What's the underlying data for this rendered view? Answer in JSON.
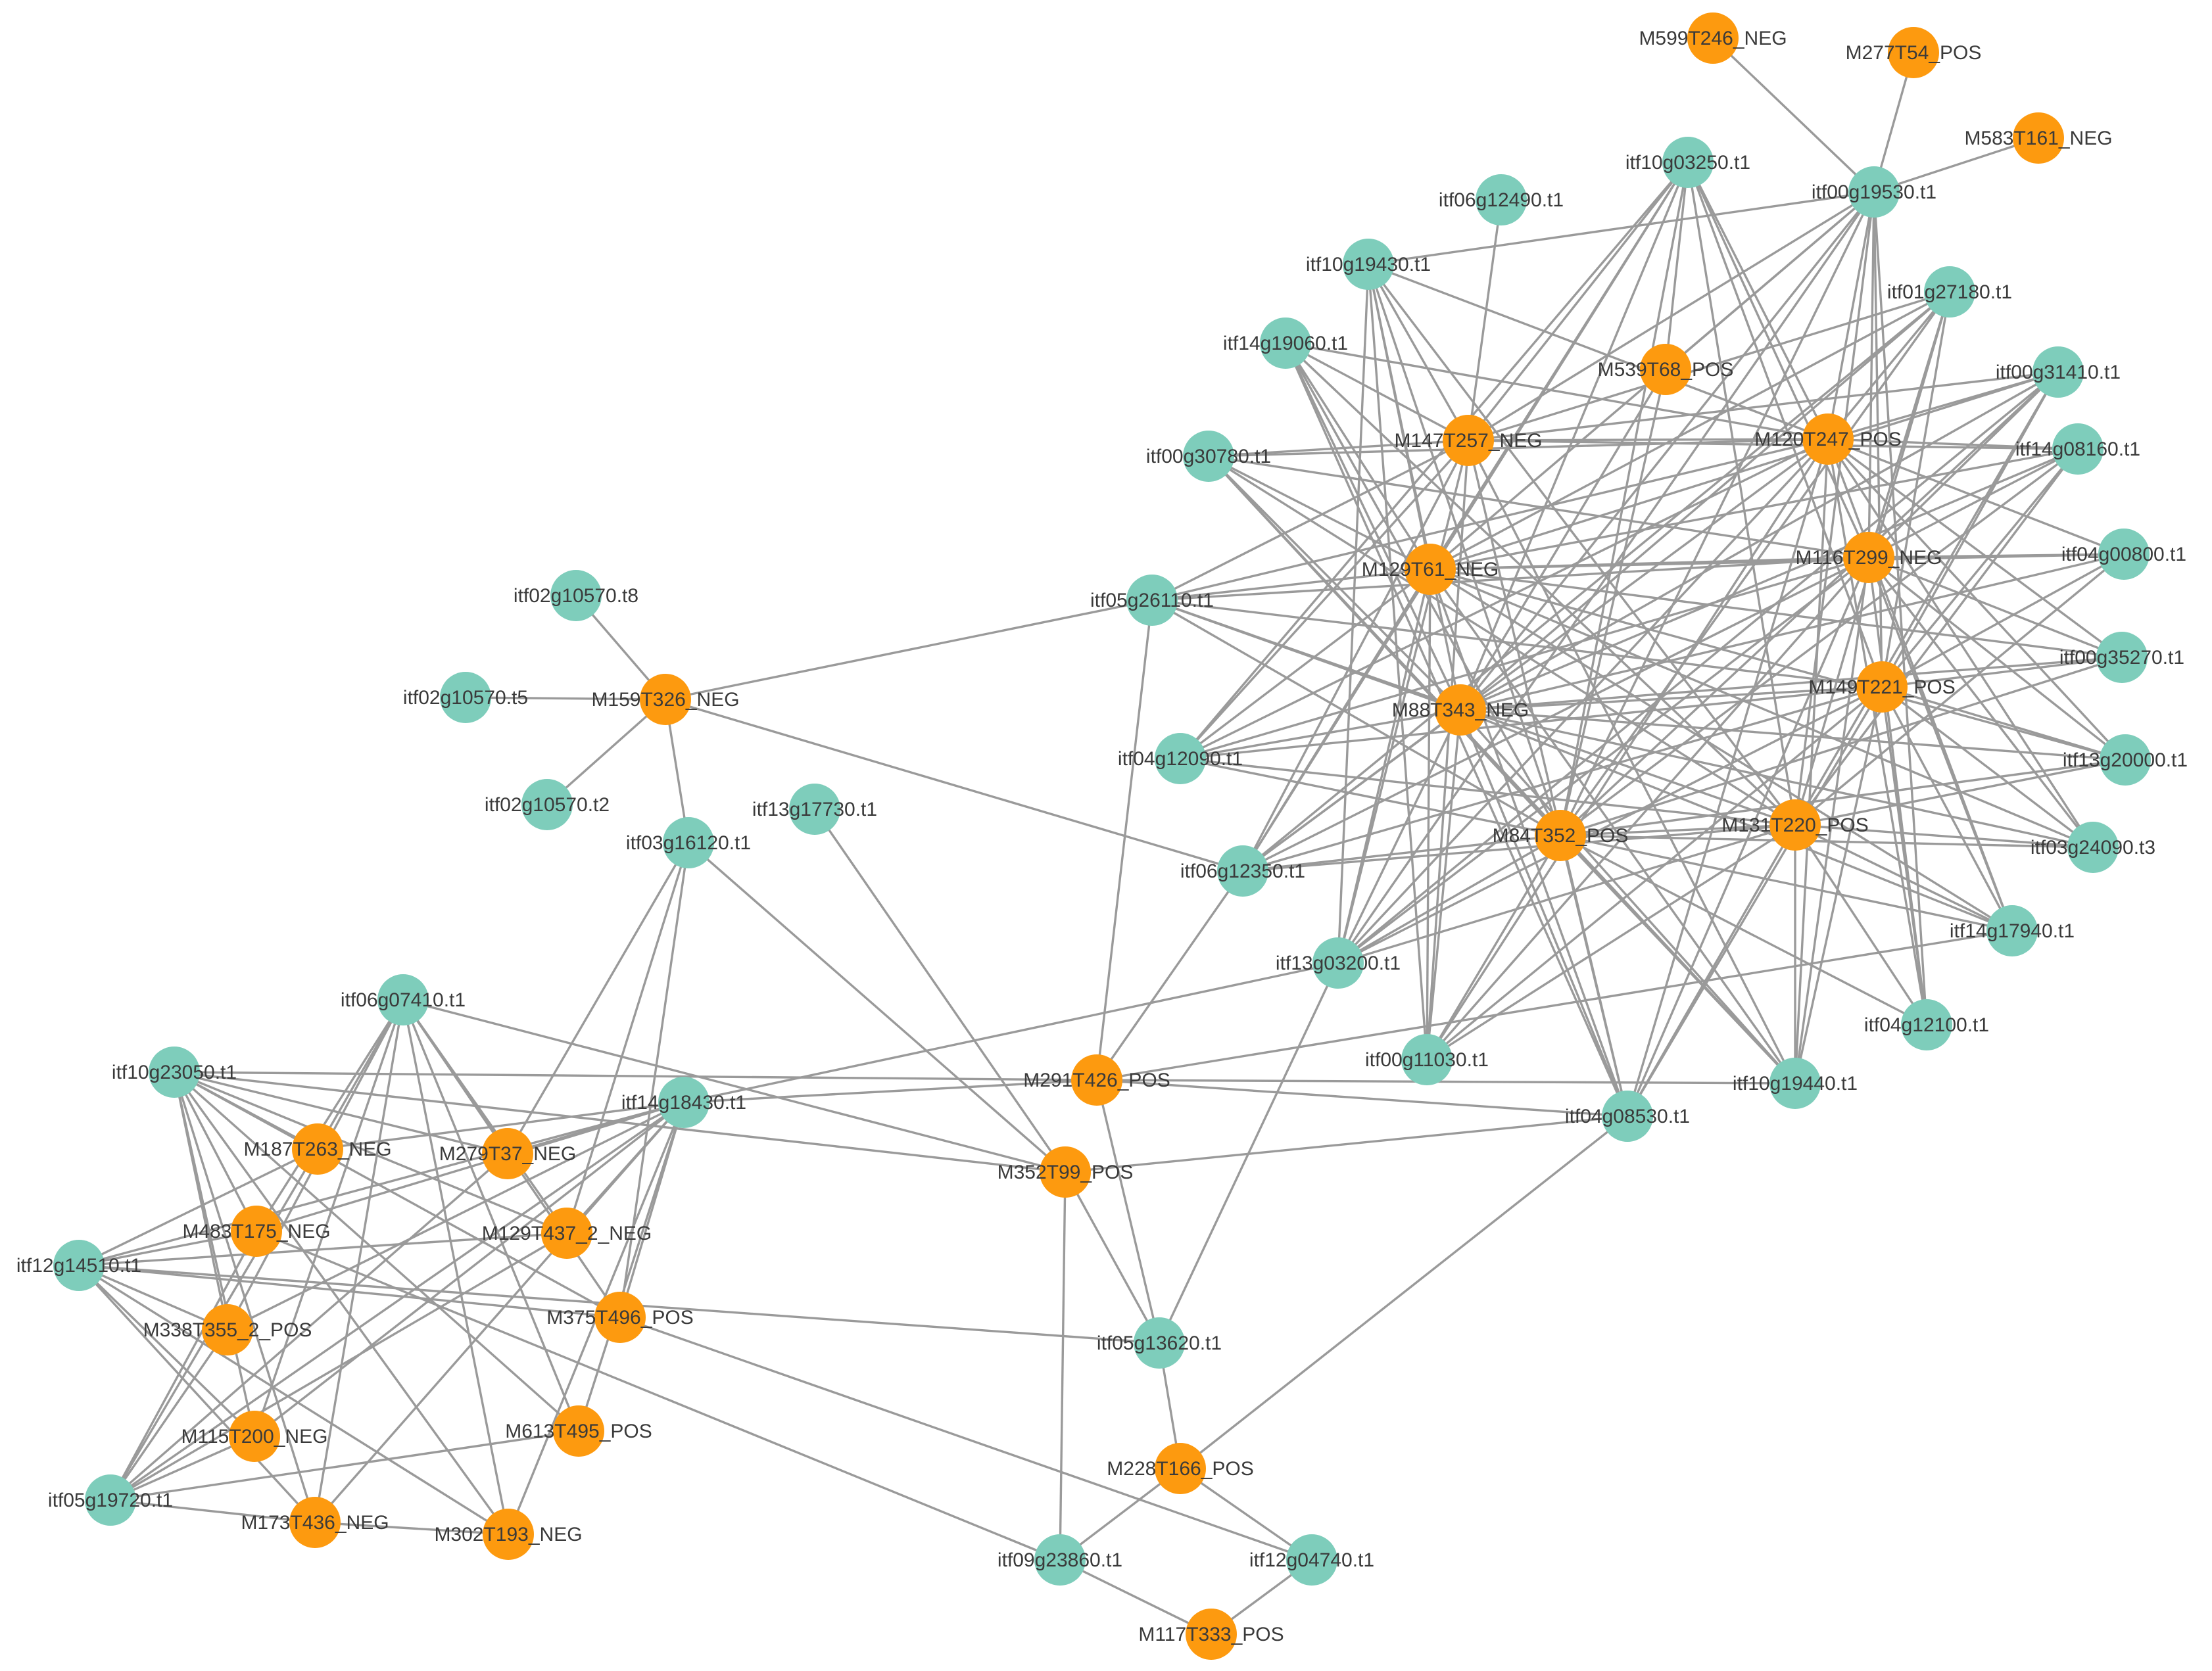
{
  "colors": {
    "gene": "#7ecdbb",
    "metabolite": "#fd9a0f",
    "edge": "#9a9a9a",
    "label": "#3a3a3a"
  },
  "nodes": [
    {
      "id": "M599T246_NEG",
      "type": "metabolite"
    },
    {
      "id": "M277T54_POS",
      "type": "metabolite"
    },
    {
      "id": "M583T161_NEG",
      "type": "metabolite"
    },
    {
      "id": "itf10g03250.t1",
      "type": "gene"
    },
    {
      "id": "itf00g19530.t1",
      "type": "gene"
    },
    {
      "id": "itf06g12490.t1",
      "type": "gene"
    },
    {
      "id": "itf10g19430.t1",
      "type": "gene"
    },
    {
      "id": "itf01g27180.t1",
      "type": "gene"
    },
    {
      "id": "itf14g19060.t1",
      "type": "gene"
    },
    {
      "id": "M539T68_POS",
      "type": "metabolite"
    },
    {
      "id": "itf00g31410.t1",
      "type": "gene"
    },
    {
      "id": "M147T257_NEG",
      "type": "metabolite"
    },
    {
      "id": "M120T247_POS",
      "type": "metabolite"
    },
    {
      "id": "itf00g30780.t1",
      "type": "gene"
    },
    {
      "id": "itf14g08160.t1",
      "type": "gene"
    },
    {
      "id": "M116T299_NEG",
      "type": "metabolite"
    },
    {
      "id": "itf04g00800.t1",
      "type": "gene"
    },
    {
      "id": "M129T61_NEG",
      "type": "metabolite"
    },
    {
      "id": "itf02g10570.t8",
      "type": "gene"
    },
    {
      "id": "itf05g26110.t1",
      "type": "gene"
    },
    {
      "id": "itf00g35270.t1",
      "type": "gene"
    },
    {
      "id": "M149T221_POS",
      "type": "metabolite"
    },
    {
      "id": "itf02g10570.t5",
      "type": "gene"
    },
    {
      "id": "M159T326_NEG",
      "type": "metabolite"
    },
    {
      "id": "M88T343_NEG",
      "type": "metabolite"
    },
    {
      "id": "itf04g12090.t1",
      "type": "gene"
    },
    {
      "id": "itf13g20000.t1",
      "type": "gene"
    },
    {
      "id": "itf02g10570.t2",
      "type": "gene"
    },
    {
      "id": "itf13g17730.t1",
      "type": "gene"
    },
    {
      "id": "itf03g16120.t1",
      "type": "gene"
    },
    {
      "id": "M131T220_POS",
      "type": "metabolite"
    },
    {
      "id": "M84T352_POS",
      "type": "metabolite"
    },
    {
      "id": "itf03g24090.t3",
      "type": "gene"
    },
    {
      "id": "itf06g12350.t1",
      "type": "gene"
    },
    {
      "id": "itf14g17940.t1",
      "type": "gene"
    },
    {
      "id": "itf13g03200.t1",
      "type": "gene"
    },
    {
      "id": "itf06g07410.t1",
      "type": "gene"
    },
    {
      "id": "itf04g12100.t1",
      "type": "gene"
    },
    {
      "id": "itf10g23050.t1",
      "type": "gene"
    },
    {
      "id": "itf00g11030.t1",
      "type": "gene"
    },
    {
      "id": "M291T426_POS",
      "type": "metabolite"
    },
    {
      "id": "itf10g19440.t1",
      "type": "gene"
    },
    {
      "id": "itf14g18430.t1",
      "type": "gene"
    },
    {
      "id": "itf04g08530.t1",
      "type": "gene"
    },
    {
      "id": "M187T263_NEG",
      "type": "metabolite"
    },
    {
      "id": "M279T37_NEG",
      "type": "metabolite"
    },
    {
      "id": "M352T99_POS",
      "type": "metabolite"
    },
    {
      "id": "M483T175_NEG",
      "type": "metabolite"
    },
    {
      "id": "M129T437_2_NEG",
      "type": "metabolite"
    },
    {
      "id": "itf12g14510.t1",
      "type": "gene"
    },
    {
      "id": "M375T496_POS",
      "type": "metabolite"
    },
    {
      "id": "M338T355_2_POS",
      "type": "metabolite"
    },
    {
      "id": "itf05g13620.t1",
      "type": "gene"
    },
    {
      "id": "M613T495_POS",
      "type": "metabolite"
    },
    {
      "id": "M115T200_NEG",
      "type": "metabolite"
    },
    {
      "id": "M228T166_POS",
      "type": "metabolite"
    },
    {
      "id": "itf05g19720.t1",
      "type": "gene"
    },
    {
      "id": "M173T436_NEG",
      "type": "metabolite"
    },
    {
      "id": "M302T193_NEG",
      "type": "metabolite"
    },
    {
      "id": "itf09g23860.t1",
      "type": "gene"
    },
    {
      "id": "itf12g04740.t1",
      "type": "gene"
    },
    {
      "id": "M117T333_POS",
      "type": "metabolite"
    }
  ],
  "edges": [
    [
      "M599T246_NEG",
      "itf00g19530.t1"
    ],
    [
      "M277T54_POS",
      "itf00g19530.t1"
    ],
    [
      "M583T161_NEG",
      "itf00g19530.t1"
    ],
    [
      "itf00g19530.t1",
      "M120T247_POS"
    ],
    [
      "itf00g19530.t1",
      "M147T257_NEG"
    ],
    [
      "itf00g19530.t1",
      "M116T299_NEG"
    ],
    [
      "itf00g19530.t1",
      "M149T221_POS"
    ],
    [
      "itf00g19530.t1",
      "M131T220_POS"
    ],
    [
      "itf00g19530.t1",
      "M84T352_POS"
    ],
    [
      "itf00g19530.t1",
      "M88T343_NEG"
    ],
    [
      "itf00g19530.t1",
      "M129T61_NEG"
    ],
    [
      "itf00g19530.t1",
      "M539T68_POS"
    ],
    [
      "itf00g19530.t1",
      "itf10g19430.t1"
    ],
    [
      "itf00g19530.t1",
      "itf13g03200.t1"
    ],
    [
      "itf00g19530.t1",
      "itf04g12100.t1"
    ],
    [
      "itf10g03250.t1",
      "M147T257_NEG"
    ],
    [
      "itf10g03250.t1",
      "M120T247_POS"
    ],
    [
      "itf10g03250.t1",
      "M116T299_NEG"
    ],
    [
      "itf10g03250.t1",
      "M129T61_NEG"
    ],
    [
      "itf10g03250.t1",
      "M88T343_NEG"
    ],
    [
      "itf10g03250.t1",
      "M149T221_POS"
    ],
    [
      "itf10g03250.t1",
      "M131T220_POS"
    ],
    [
      "itf10g03250.t1",
      "M84T352_POS"
    ],
    [
      "itf10g03250.t1",
      "M539T68_POS"
    ],
    [
      "itf10g03250.t1",
      "itf06g12350.t1"
    ],
    [
      "itf10g03250.t1",
      "itf04g12090.t1"
    ],
    [
      "itf06g12490.t1",
      "M147T257_NEG"
    ],
    [
      "itf10g19430.t1",
      "M147T257_NEG"
    ],
    [
      "itf10g19430.t1",
      "M129T61_NEG"
    ],
    [
      "itf10g19430.t1",
      "M88T343_NEG"
    ],
    [
      "itf10g19430.t1",
      "M84T352_POS"
    ],
    [
      "itf10g19430.t1",
      "M120T247_POS"
    ],
    [
      "itf10g19430.t1",
      "M131T220_POS"
    ],
    [
      "itf10g19430.t1",
      "itf00g11030.t1"
    ],
    [
      "itf10g19430.t1",
      "itf13g03200.t1"
    ],
    [
      "itf01g27180.t1",
      "M120T247_POS"
    ],
    [
      "itf01g27180.t1",
      "M116T299_NEG"
    ],
    [
      "itf01g27180.t1",
      "M149T221_POS"
    ],
    [
      "itf01g27180.t1",
      "M131T220_POS"
    ],
    [
      "itf01g27180.t1",
      "M84T352_POS"
    ],
    [
      "itf01g27180.t1",
      "M88T343_NEG"
    ],
    [
      "itf01g27180.t1",
      "M147T257_NEG"
    ],
    [
      "itf01g27180.t1",
      "M129T61_NEG"
    ],
    [
      "itf01g27180.t1",
      "itf06g12350.t1"
    ],
    [
      "itf14g19060.t1",
      "M147T257_NEG"
    ],
    [
      "itf14g19060.t1",
      "M129T61_NEG"
    ],
    [
      "itf14g19060.t1",
      "M88T343_NEG"
    ],
    [
      "itf14g19060.t1",
      "M84T352_POS"
    ],
    [
      "itf14g19060.t1",
      "M120T247_POS"
    ],
    [
      "itf14g19060.t1",
      "M131T220_POS"
    ],
    [
      "itf14g19060.t1",
      "itf04g08530.t1"
    ],
    [
      "itf00g31410.t1",
      "M120T247_POS"
    ],
    [
      "itf00g31410.t1",
      "M116T299_NEG"
    ],
    [
      "itf00g31410.t1",
      "M149T221_POS"
    ],
    [
      "itf00g31410.t1",
      "M131T220_POS"
    ],
    [
      "itf00g31410.t1",
      "M84T352_POS"
    ],
    [
      "itf00g31410.t1",
      "M88T343_NEG"
    ],
    [
      "itf00g31410.t1",
      "M129T61_NEG"
    ],
    [
      "itf00g31410.t1",
      "M147T257_NEG"
    ],
    [
      "itf00g31410.t1",
      "itf13g03200.t1"
    ],
    [
      "itf00g30780.t1",
      "M147T257_NEG"
    ],
    [
      "itf00g30780.t1",
      "M129T61_NEG"
    ],
    [
      "itf00g30780.t1",
      "M88T343_NEG"
    ],
    [
      "itf00g30780.t1",
      "M84T352_POS"
    ],
    [
      "itf00g30780.t1",
      "M120T247_POS"
    ],
    [
      "itf00g30780.t1",
      "M116T299_NEG"
    ],
    [
      "itf00g30780.t1",
      "M131T220_POS"
    ],
    [
      "itf00g30780.t1",
      "itf10g19440.t1"
    ],
    [
      "itf14g08160.t1",
      "M120T247_POS"
    ],
    [
      "itf14g08160.t1",
      "M116T299_NEG"
    ],
    [
      "itf14g08160.t1",
      "M149T221_POS"
    ],
    [
      "itf14g08160.t1",
      "M131T220_POS"
    ],
    [
      "itf14g08160.t1",
      "M84T352_POS"
    ],
    [
      "itf14g08160.t1",
      "M88T343_NEG"
    ],
    [
      "itf14g08160.t1",
      "M147T257_NEG"
    ],
    [
      "itf14g08160.t1",
      "M129T61_NEG"
    ],
    [
      "itf04g00800.t1",
      "M116T299_NEG"
    ],
    [
      "itf04g00800.t1",
      "M120T247_POS"
    ],
    [
      "itf04g00800.t1",
      "M149T221_POS"
    ],
    [
      "itf04g00800.t1",
      "M131T220_POS"
    ],
    [
      "itf04g00800.t1",
      "M88T343_NEG"
    ],
    [
      "itf04g00800.t1",
      "M129T61_NEG"
    ],
    [
      "itf00g35270.t1",
      "M116T299_NEG"
    ],
    [
      "itf00g35270.t1",
      "M149T221_POS"
    ],
    [
      "itf00g35270.t1",
      "M120T247_POS"
    ],
    [
      "itf00g35270.t1",
      "M88T343_NEG"
    ],
    [
      "itf00g35270.t1",
      "M129T61_NEG"
    ],
    [
      "itf00g35270.t1",
      "M84T352_POS"
    ],
    [
      "itf13g20000.t1",
      "M149T221_POS"
    ],
    [
      "itf13g20000.t1",
      "M131T220_POS"
    ],
    [
      "itf13g20000.t1",
      "M116T299_NEG"
    ],
    [
      "itf13g20000.t1",
      "M120T247_POS"
    ],
    [
      "itf13g20000.t1",
      "M88T343_NEG"
    ],
    [
      "itf13g20000.t1",
      "M84T352_POS"
    ],
    [
      "itf13g20000.t1",
      "M129T61_NEG"
    ],
    [
      "itf03g24090.t3",
      "M131T220_POS"
    ],
    [
      "itf03g24090.t3",
      "M149T221_POS"
    ],
    [
      "itf03g24090.t3",
      "M116T299_NEG"
    ],
    [
      "itf03g24090.t3",
      "M84T352_POS"
    ],
    [
      "itf03g24090.t3",
      "M88T343_NEG"
    ],
    [
      "itf03g24090.t3",
      "M129T61_NEG"
    ],
    [
      "itf03g24090.t3",
      "M120T247_POS"
    ],
    [
      "itf14g17940.t1",
      "M131T220_POS"
    ],
    [
      "itf14g17940.t1",
      "M149T221_POS"
    ],
    [
      "itf14g17940.t1",
      "M116T299_NEG"
    ],
    [
      "itf14g17940.t1",
      "M84T352_POS"
    ],
    [
      "itf14g17940.t1",
      "M120T247_POS"
    ],
    [
      "itf14g17940.t1",
      "M88T343_NEG"
    ],
    [
      "itf14g17940.t1",
      "M129T61_NEG"
    ],
    [
      "itf14g17940.t1",
      "M291T426_POS"
    ],
    [
      "itf04g12100.t1",
      "M131T220_POS"
    ],
    [
      "itf04g12100.t1",
      "M149T221_POS"
    ],
    [
      "itf04g12100.t1",
      "M116T299_NEG"
    ],
    [
      "itf04g12100.t1",
      "M120T247_POS"
    ],
    [
      "itf04g12100.t1",
      "M84T352_POS"
    ],
    [
      "itf05g26110.t1",
      "M159T326_NEG"
    ],
    [
      "itf05g26110.t1",
      "M291T426_POS"
    ],
    [
      "itf05g26110.t1",
      "M129T61_NEG"
    ],
    [
      "itf05g26110.t1",
      "M88T343_NEG"
    ],
    [
      "itf05g26110.t1",
      "M84T352_POS"
    ],
    [
      "itf05g26110.t1",
      "M147T257_NEG"
    ],
    [
      "itf05g26110.t1",
      "M120T247_POS"
    ],
    [
      "itf05g26110.t1",
      "M131T220_POS"
    ],
    [
      "itf05g26110.t1",
      "M116T299_NEG"
    ],
    [
      "itf05g26110.t1",
      "M149T221_POS"
    ],
    [
      "itf04g12090.t1",
      "M88T343_NEG"
    ],
    [
      "itf04g12090.t1",
      "M84T352_POS"
    ],
    [
      "itf04g12090.t1",
      "M129T61_NEG"
    ],
    [
      "itf04g12090.t1",
      "M147T257_NEG"
    ],
    [
      "itf04g12090.t1",
      "M131T220_POS"
    ],
    [
      "itf04g12090.t1",
      "M149T221_POS"
    ],
    [
      "itf04g12090.t1",
      "M116T299_NEG"
    ],
    [
      "itf04g12090.t1",
      "M120T247_POS"
    ],
    [
      "itf06g12350.t1",
      "M159T326_NEG"
    ],
    [
      "itf06g12350.t1",
      "M84T352_POS"
    ],
    [
      "itf06g12350.t1",
      "M88T343_NEG"
    ],
    [
      "itf06g12350.t1",
      "M131T220_POS"
    ],
    [
      "itf06g12350.t1",
      "M129T61_NEG"
    ],
    [
      "itf06g12350.t1",
      "M147T257_NEG"
    ],
    [
      "itf06g12350.t1",
      "M149T221_POS"
    ],
    [
      "itf06g12350.t1",
      "M116T299_NEG"
    ],
    [
      "itf06g12350.t1",
      "M120T247_POS"
    ],
    [
      "itf06g12350.t1",
      "M291T426_POS"
    ],
    [
      "itf13g03200.t1",
      "M84T352_POS"
    ],
    [
      "itf13g03200.t1",
      "M88T343_NEG"
    ],
    [
      "itf13g03200.t1",
      "M129T61_NEG"
    ],
    [
      "itf13g03200.t1",
      "M131T220_POS"
    ],
    [
      "itf13g03200.t1",
      "M149T221_POS"
    ],
    [
      "itf13g03200.t1",
      "M116T299_NEG"
    ],
    [
      "itf13g03200.t1",
      "M120T247_POS"
    ],
    [
      "itf13g03200.t1",
      "M147T257_NEG"
    ],
    [
      "itf13g03200.t1",
      "itf14g18430.t1"
    ],
    [
      "itf00g11030.t1",
      "M84T352_POS"
    ],
    [
      "itf00g11030.t1",
      "M88T343_NEG"
    ],
    [
      "itf00g11030.t1",
      "M129T61_NEG"
    ],
    [
      "itf00g11030.t1",
      "M131T220_POS"
    ],
    [
      "itf00g11030.t1",
      "M149T221_POS"
    ],
    [
      "itf00g11030.t1",
      "M116T299_NEG"
    ],
    [
      "itf00g11030.t1",
      "M120T247_POS"
    ],
    [
      "itf00g11030.t1",
      "M147T257_NEG"
    ],
    [
      "itf10g19440.t1",
      "M84T352_POS"
    ],
    [
      "itf10g19440.t1",
      "M131T220_POS"
    ],
    [
      "itf10g19440.t1",
      "M88T343_NEG"
    ],
    [
      "itf10g19440.t1",
      "M129T61_NEG"
    ],
    [
      "itf10g19440.t1",
      "M149T221_POS"
    ],
    [
      "itf10g19440.t1",
      "M116T299_NEG"
    ],
    [
      "itf10g19440.t1",
      "M120T247_POS"
    ],
    [
      "itf10g19440.t1",
      "M291T426_POS"
    ],
    [
      "itf10g19440.t1",
      "M147T257_NEG"
    ],
    [
      "itf04g08530.t1",
      "M84T352_POS"
    ],
    [
      "itf04g08530.t1",
      "M131T220_POS"
    ],
    [
      "itf04g08530.t1",
      "M88T343_NEG"
    ],
    [
      "itf04g08530.t1",
      "M129T61_NEG"
    ],
    [
      "itf04g08530.t1",
      "M149T221_POS"
    ],
    [
      "itf04g08530.t1",
      "M116T299_NEG"
    ],
    [
      "itf04g08530.t1",
      "M120T247_POS"
    ],
    [
      "itf04g08530.t1",
      "M352T99_POS"
    ],
    [
      "itf04g08530.t1",
      "M228T166_POS"
    ],
    [
      "itf04g08530.t1",
      "M291T426_POS"
    ],
    [
      "itf04g08530.t1",
      "M147T257_NEG"
    ],
    [
      "M147T257_NEG",
      "M120T247_POS"
    ],
    [
      "M129T61_NEG",
      "M116T299_NEG"
    ],
    [
      "M88T343_NEG",
      "M149T221_POS"
    ],
    [
      "M84T352_POS",
      "M131T220_POS"
    ],
    [
      "M539T68_POS",
      "M88T343_NEG"
    ],
    [
      "M539T68_POS",
      "M84T352_POS"
    ],
    [
      "M159T326_NEG",
      "itf02g10570.t8"
    ],
    [
      "M159T326_NEG",
      "itf02g10570.t5"
    ],
    [
      "M159T326_NEG",
      "itf02g10570.t2"
    ],
    [
      "M159T326_NEG",
      "itf03g16120.t1"
    ],
    [
      "itf03g16120.t1",
      "M352T99_POS"
    ],
    [
      "itf03g16120.t1",
      "M279T37_NEG"
    ],
    [
      "itf03g16120.t1",
      "M129T437_2_NEG"
    ],
    [
      "itf03g16120.t1",
      "M375T496_POS"
    ],
    [
      "itf13g17730.t1",
      "M352T99_POS"
    ],
    [
      "M291T426_POS",
      "itf14g18430.t1"
    ],
    [
      "M291T426_POS",
      "itf10g23050.t1"
    ],
    [
      "itf06g07410.t1",
      "M187T263_NEG"
    ],
    [
      "itf06g07410.t1",
      "M279T37_NEG"
    ],
    [
      "itf06g07410.t1",
      "M483T175_NEG"
    ],
    [
      "itf06g07410.t1",
      "M129T437_2_NEG"
    ],
    [
      "itf06g07410.t1",
      "M338T355_2_POS"
    ],
    [
      "itf06g07410.t1",
      "M375T496_POS"
    ],
    [
      "itf06g07410.t1",
      "M115T200_NEG"
    ],
    [
      "itf06g07410.t1",
      "M613T495_POS"
    ],
    [
      "itf06g07410.t1",
      "M173T436_NEG"
    ],
    [
      "itf06g07410.t1",
      "M302T193_NEG"
    ],
    [
      "itf06g07410.t1",
      "M352T99_POS"
    ],
    [
      "itf10g23050.t1",
      "M187T263_NEG"
    ],
    [
      "itf10g23050.t1",
      "M279T37_NEG"
    ],
    [
      "itf10g23050.t1",
      "M483T175_NEG"
    ],
    [
      "itf10g23050.t1",
      "M338T355_2_POS"
    ],
    [
      "itf10g23050.t1",
      "M115T200_NEG"
    ],
    [
      "itf10g23050.t1",
      "M173T436_NEG"
    ],
    [
      "itf10g23050.t1",
      "M302T193_NEG"
    ],
    [
      "itf10g23050.t1",
      "M129T437_2_NEG"
    ],
    [
      "itf10g23050.t1",
      "M375T496_POS"
    ],
    [
      "itf10g23050.t1",
      "M613T495_POS"
    ],
    [
      "itf10g23050.t1",
      "M352T99_POS"
    ],
    [
      "itf14g18430.t1",
      "M187T263_NEG"
    ],
    [
      "itf14g18430.t1",
      "M279T37_NEG"
    ],
    [
      "itf14g18430.t1",
      "M483T175_NEG"
    ],
    [
      "itf14g18430.t1",
      "M129T437_2_NEG"
    ],
    [
      "itf14g18430.t1",
      "M338T355_2_POS"
    ],
    [
      "itf14g18430.t1",
      "M375T496_POS"
    ],
    [
      "itf14g18430.t1",
      "M115T200_NEG"
    ],
    [
      "itf14g18430.t1",
      "M613T495_POS"
    ],
    [
      "itf14g18430.t1",
      "M173T436_NEG"
    ],
    [
      "itf14g18430.t1",
      "M302T193_NEG"
    ],
    [
      "itf14g18430.t1",
      "itf05g19720.t1"
    ],
    [
      "itf12g14510.t1",
      "M187T263_NEG"
    ],
    [
      "itf12g14510.t1",
      "M483T175_NEG"
    ],
    [
      "itf12g14510.t1",
      "M338T355_2_POS"
    ],
    [
      "itf12g14510.t1",
      "M115T200_NEG"
    ],
    [
      "itf12g14510.t1",
      "M173T436_NEG"
    ],
    [
      "itf12g14510.t1",
      "M302T193_NEG"
    ],
    [
      "itf12g14510.t1",
      "M129T437_2_NEG"
    ],
    [
      "itf12g14510.t1",
      "M375T496_POS"
    ],
    [
      "itf12g14510.t1",
      "itf05g13620.t1"
    ],
    [
      "itf12g14510.t1",
      "itf14g18430.t1"
    ],
    [
      "itf05g19720.t1",
      "M338T355_2_POS"
    ],
    [
      "itf05g19720.t1",
      "M483T175_NEG"
    ],
    [
      "itf05g19720.t1",
      "M115T200_NEG"
    ],
    [
      "itf05g19720.t1",
      "M173T436_NEG"
    ],
    [
      "itf05g19720.t1",
      "M187T263_NEG"
    ],
    [
      "itf05g19720.t1",
      "M613T495_POS"
    ],
    [
      "itf05g19720.t1",
      "M279T37_NEG"
    ],
    [
      "itf05g19720.t1",
      "M129T437_2_NEG"
    ],
    [
      "M173T436_NEG",
      "M302T193_NEG"
    ],
    [
      "M483T175_NEG",
      "itf09g23860.t1"
    ],
    [
      "M375T496_POS",
      "itf12g04740.t1"
    ],
    [
      "M352T99_POS",
      "itf05g13620.t1"
    ],
    [
      "M352T99_POS",
      "itf09g23860.t1"
    ],
    [
      "itf05g13620.t1",
      "M228T166_POS"
    ],
    [
      "itf05g13620.t1",
      "M291T426_POS"
    ],
    [
      "itf05g13620.t1",
      "itf13g03200.t1"
    ],
    [
      "M228T166_POS",
      "itf09g23860.t1"
    ],
    [
      "M228T166_POS",
      "itf12g04740.t1"
    ],
    [
      "itf12g04740.t1",
      "M117T333_POS"
    ],
    [
      "itf09g23860.t1",
      "M117T333_POS"
    ]
  ]
}
